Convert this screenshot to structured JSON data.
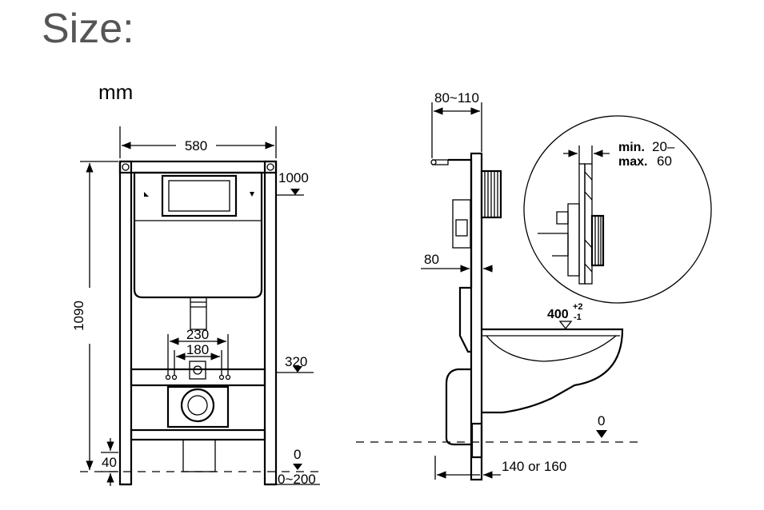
{
  "title": "Size:",
  "unit": "mm",
  "front_view": {
    "width_label": "580",
    "height_label": "1090",
    "flush_plate_label": "1000",
    "outer_pipes_label": "230",
    "inner_pipes_label": "180",
    "inlet_height_label": "320",
    "foot_label": "40",
    "floor_label": "0",
    "floor_adjust_label": "0~200"
  },
  "side_view": {
    "depth_label": "80~110",
    "frame_depth_label": "80",
    "bowl_height_label": "400",
    "bowl_tol_upper": "+2",
    "bowl_tol_lower": "-1",
    "floor_label": "0",
    "projection_label": "140 or 160"
  },
  "detail": {
    "min_label": "min.",
    "min_value": "20–",
    "max_label": "max.",
    "max_value": "60"
  }
}
